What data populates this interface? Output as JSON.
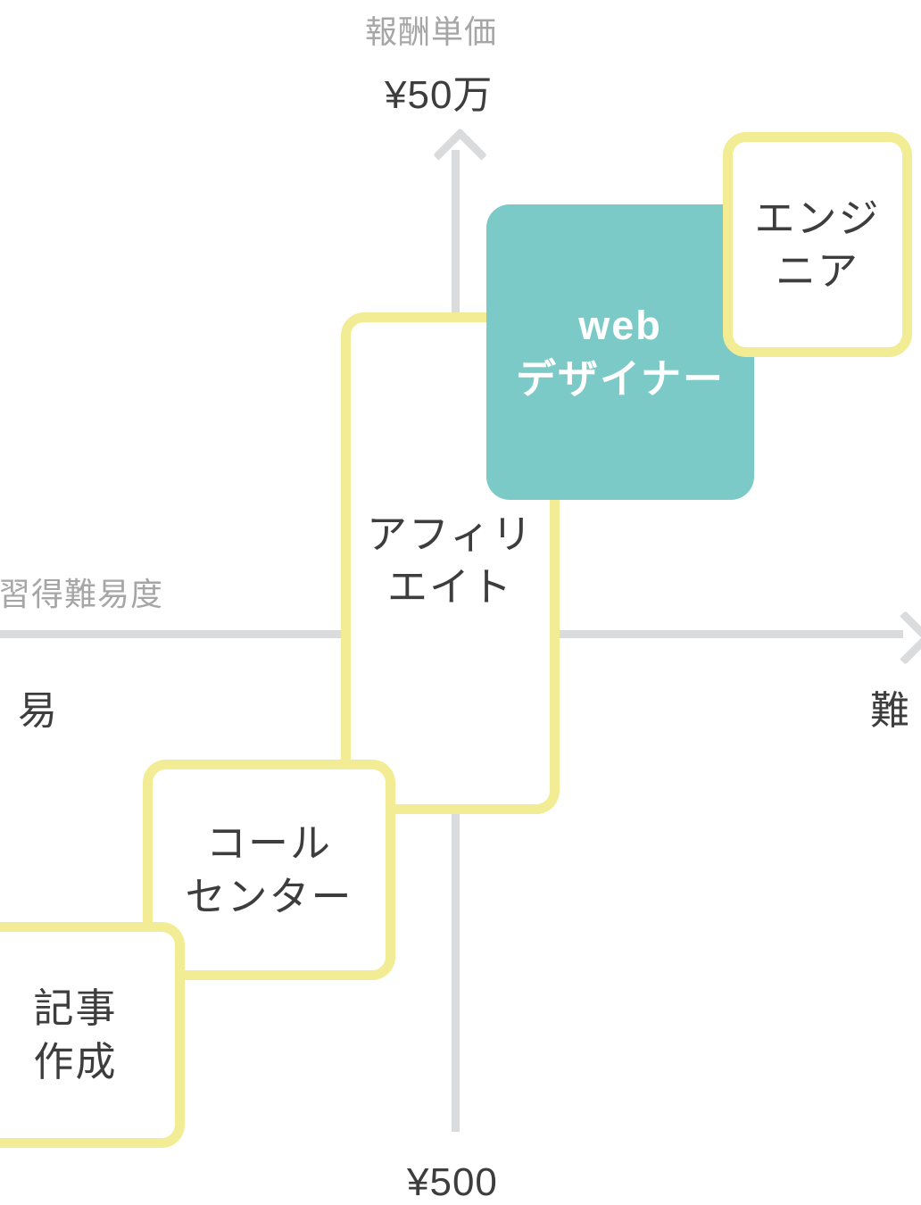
{
  "chart_data": {
    "type": "scatter",
    "title": "",
    "xlabel": "習得難易度",
    "ylabel": "報酬単価",
    "x_axis": {
      "caption": "習得難易度",
      "min_label": "易",
      "max_label": "難",
      "arrow": "right"
    },
    "y_axis": {
      "caption": "報酬単価",
      "max_label": "¥50万",
      "min_label": "¥500",
      "arrow": "up"
    },
    "grid": false,
    "legend": "none",
    "items": [
      {
        "id": "engineer",
        "label_lines": [
          "エンジ",
          "ニア"
        ],
        "style": "outline",
        "difficulty": "very-high",
        "pay": "very-high"
      },
      {
        "id": "web-designer",
        "label_lines": [
          "web",
          "デザイナー"
        ],
        "style": "solid",
        "difficulty": "high",
        "pay": "high"
      },
      {
        "id": "affiliate",
        "label_lines": [
          "アフィリ",
          "エイト"
        ],
        "style": "outline",
        "difficulty": "medium",
        "pay": "medium"
      },
      {
        "id": "call-center",
        "label_lines": [
          "コール",
          "センター"
        ],
        "style": "outline",
        "difficulty": "low",
        "pay": "low"
      },
      {
        "id": "article-writing",
        "label_lines": [
          "記事",
          "作成"
        ],
        "style": "outline",
        "difficulty": "very-low",
        "pay": "very-low"
      }
    ]
  },
  "axes": {
    "y_caption": "報酬単価",
    "y_top_value": "¥50万",
    "y_bottom_value": "¥500",
    "x_caption": "習得難易度",
    "x_left_value": "易",
    "x_right_value": "難"
  },
  "boxes": {
    "engineer": {
      "line1": "エンジ",
      "line2": "ニア"
    },
    "webdesigner": {
      "line1": "web",
      "line2": "デザイナー"
    },
    "affiliate": {
      "line1": "アフィリ",
      "line2": "エイト"
    },
    "callcenter": {
      "line1": "コール",
      "line2": "センター"
    },
    "article": {
      "line1": "記事",
      "line2": "作成"
    }
  },
  "colors": {
    "outline_border": "#f2ec94",
    "solid_fill": "#7ccac7",
    "axis": "#dadbdc",
    "text_dark": "#3d3d3d",
    "text_muted": "#a6a6a6",
    "box_text_light": "#ffffff"
  }
}
